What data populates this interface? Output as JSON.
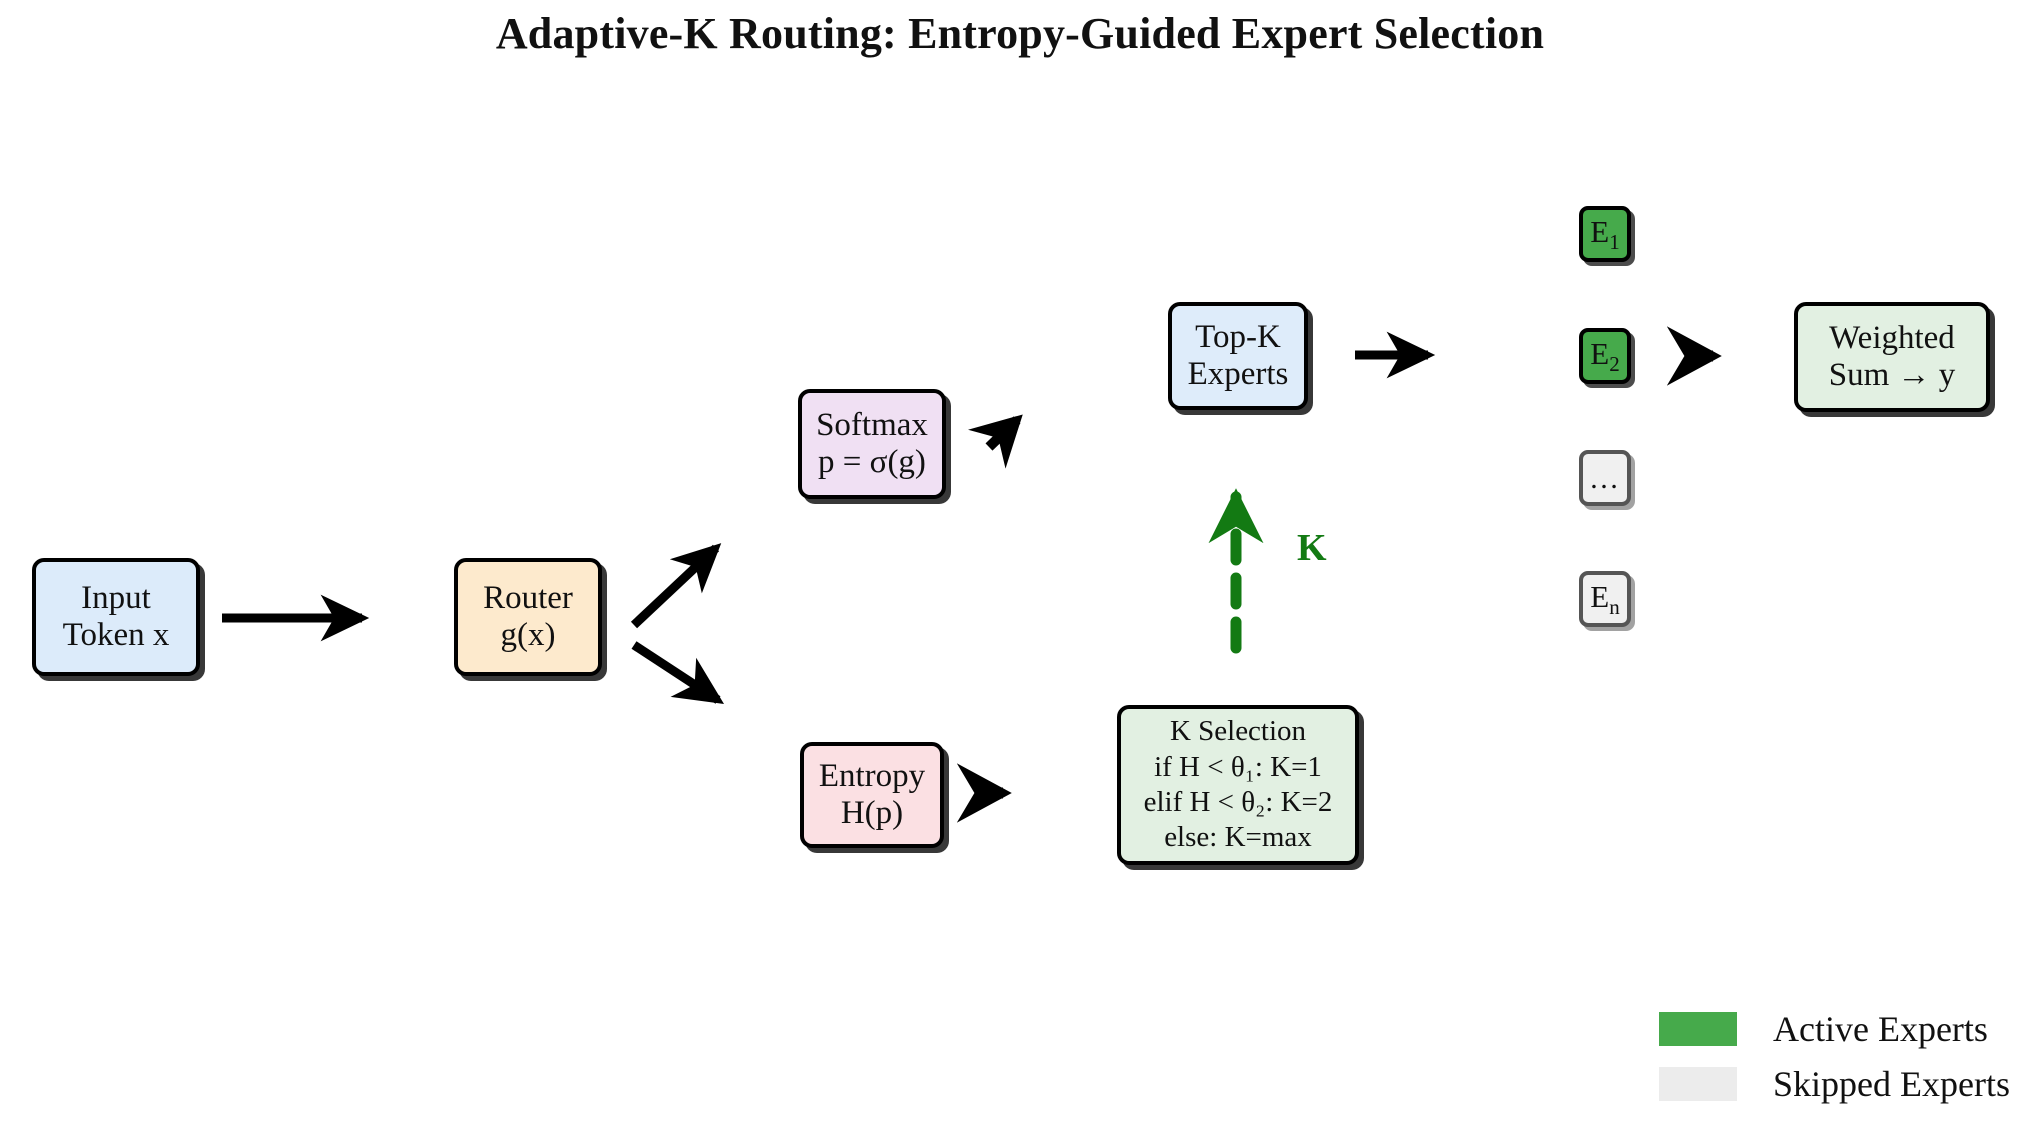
{
  "title": "Adaptive-K Routing: Entropy-Guided Expert Selection",
  "nodes": {
    "input": {
      "line1": "Input",
      "line2": "Token x",
      "color": "#dcebfa"
    },
    "router": {
      "line1": "Router",
      "line2": "g(x)",
      "color": "#fdeacd"
    },
    "softmax": {
      "line1": "Softmax",
      "line2": "p = σ(g)",
      "color": "#f0e0f3"
    },
    "entropy": {
      "line1": "Entropy",
      "line2": "H(p)",
      "color": "#fbe0e3"
    },
    "topk": {
      "line1": "Top-K",
      "line2": "Experts",
      "color": "#deecfa"
    },
    "kselect": {
      "line1": "K Selection",
      "line2": "if H < θ₁: K=1",
      "line3": "elif H < θ₂: K=2",
      "line4": "else: K=max",
      "color": "#e2f0e2"
    },
    "weighted": {
      "line1": "Weighted",
      "line2": "Sum → y",
      "color": "#e2f0e2"
    }
  },
  "experts": [
    {
      "label": "E",
      "sub": "1",
      "state": "active",
      "color": "#46aa4b"
    },
    {
      "label": "E",
      "sub": "2",
      "state": "active",
      "color": "#46aa4b"
    },
    {
      "label": "…",
      "sub": "",
      "state": "skipped",
      "color": "#f0f0f0"
    },
    {
      "label": "E",
      "sub": "n",
      "state": "skipped",
      "color": "#f0f0f0"
    }
  ],
  "k_arrow": {
    "label": "K",
    "color": "#137a13",
    "style": "dashed",
    "direction": "up"
  },
  "legend": {
    "items": [
      {
        "label": "Active Experts",
        "color": "#46aa4b"
      },
      {
        "label": "Skipped Experts",
        "color": "#ececec"
      }
    ]
  },
  "arrow_color": "#000000"
}
